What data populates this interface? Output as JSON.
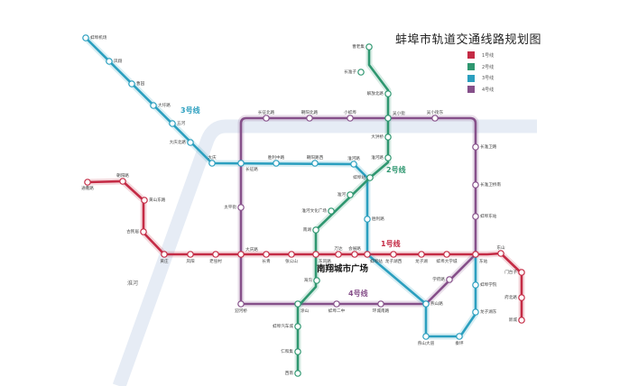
{
  "title": "蚌埠市轨道交通线路规划图",
  "legend": [
    {
      "label": "1号线",
      "color": "#c42b45"
    },
    {
      "label": "2号线",
      "color": "#2f9770"
    },
    {
      "label": "3号线",
      "color": "#2b9fbf"
    },
    {
      "label": "4号线",
      "color": "#86508a"
    }
  ],
  "line_labels": {
    "line1": "1号线",
    "line2": "2号线",
    "line3": "3号线",
    "line4": "4号线"
  },
  "center_label": "南翔城市广场",
  "river_label": "淮河",
  "lines": {
    "line1": {
      "color": "#c42b45",
      "stations": [
        "通衢路",
        "朝阳路",
        "黄山东路",
        "古民居",
        "黄庄",
        "凤阳",
        "老窑村",
        "大庆路",
        "长青",
        "张公山",
        "东风路",
        "万达",
        "会展路",
        "蚌埠站",
        "龙子湖西",
        "龙子湖",
        "蚌埠大学城",
        "东站",
        "东山",
        "门台子",
        "府北路",
        "新城"
      ]
    },
    "line2": {
      "color": "#2f9770",
      "stations": [
        "曹老集",
        "长淮子",
        "解放北路",
        "吴小街",
        "大洪桥",
        "淮河路",
        "蚌埠站",
        "淮河",
        "淮河文化广场",
        "南湖",
        "东风路",
        "海沟",
        "涂山",
        "蚌埠汽车城",
        "仁和集",
        "西南"
      ]
    },
    "line3": {
      "color": "#2b9fbf",
      "stations": [
        "蚌埠机场",
        "凤翔",
        "曹园",
        "大圩路",
        "五河",
        "大庆北路",
        "大庆",
        "长征路",
        "胜利中路",
        "朝阳路西",
        "淮河路",
        "蚌埠站",
        "胜利路",
        "会展路",
        "燕山路",
        "燕山大道",
        "秦坪",
        "龙子湖东",
        "蚌埠学院",
        "东站"
      ]
    },
    "line4": {
      "color": "#86508a",
      "stations": [
        "长征北路",
        "朝阳北路",
        "小蚌埠",
        "吴小街",
        "吴小街东",
        "长淮卫路",
        "长淮卫桥南",
        "蚌埠东站",
        "长征路",
        "太平街",
        "大庆路",
        "迎河桥",
        "涂山",
        "蚌埠二中",
        "环城南路",
        "燕山路",
        "学府路",
        "东站"
      ]
    }
  }
}
